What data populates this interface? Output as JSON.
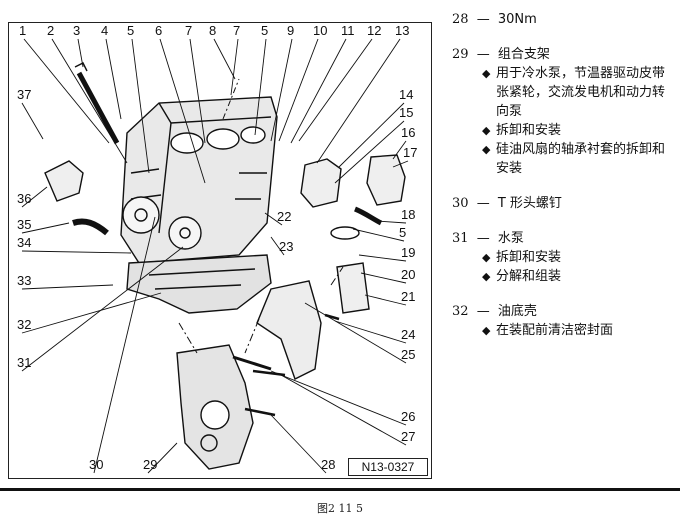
{
  "diagram": {
    "callouts": [
      {
        "id": "1",
        "text": "1"
      },
      {
        "id": "2",
        "text": "2"
      },
      {
        "id": "3",
        "text": "3"
      },
      {
        "id": "4",
        "text": "4"
      },
      {
        "id": "5a",
        "text": "5"
      },
      {
        "id": "6",
        "text": "6"
      },
      {
        "id": "7a",
        "text": "7"
      },
      {
        "id": "8",
        "text": "8"
      },
      {
        "id": "7b",
        "text": "7"
      },
      {
        "id": "5b",
        "text": "5"
      },
      {
        "id": "9",
        "text": "9"
      },
      {
        "id": "10",
        "text": "10"
      },
      {
        "id": "11",
        "text": "11"
      },
      {
        "id": "12",
        "text": "12"
      },
      {
        "id": "13",
        "text": "13"
      },
      {
        "id": "37",
        "text": "37"
      },
      {
        "id": "14",
        "text": "14"
      },
      {
        "id": "15",
        "text": "15"
      },
      {
        "id": "16",
        "text": "16"
      },
      {
        "id": "17",
        "text": "17"
      },
      {
        "id": "36",
        "text": "36"
      },
      {
        "id": "18",
        "text": "18"
      },
      {
        "id": "35",
        "text": "35"
      },
      {
        "id": "22",
        "text": "22"
      },
      {
        "id": "5c",
        "text": "5"
      },
      {
        "id": "34",
        "text": "34"
      },
      {
        "id": "23",
        "text": "23"
      },
      {
        "id": "19",
        "text": "19"
      },
      {
        "id": "20",
        "text": "20"
      },
      {
        "id": "33",
        "text": "33"
      },
      {
        "id": "21",
        "text": "21"
      },
      {
        "id": "32",
        "text": "32"
      },
      {
        "id": "24",
        "text": "24"
      },
      {
        "id": "31",
        "text": "31"
      },
      {
        "id": "25",
        "text": "25"
      },
      {
        "id": "26",
        "text": "26"
      },
      {
        "id": "27",
        "text": "27"
      },
      {
        "id": "30",
        "text": "30"
      },
      {
        "id": "29",
        "text": "29"
      },
      {
        "id": "28",
        "text": "28"
      }
    ],
    "figure_code": "N13-0327"
  },
  "legend": {
    "entries": [
      {
        "number": "28",
        "dash": "—",
        "title": "30Nm",
        "subitems": []
      },
      {
        "number": "29",
        "dash": "—",
        "title": "组合支架",
        "subitems": [
          "用于冷水泵，节温器驱动皮带张紧轮，交流发电机和动力转向泵",
          "拆卸和安装",
          "硅油风扇的轴承衬套的拆卸和安装"
        ]
      },
      {
        "number": "30",
        "dash": "—",
        "title": "T 形头螺钉",
        "subitems": []
      },
      {
        "number": "31",
        "dash": "—",
        "title": "水泵",
        "subitems": [
          "拆卸和安装",
          "分解和组装"
        ]
      },
      {
        "number": "32",
        "dash": "—",
        "title": "油底壳",
        "subitems": [
          "在装配前清洁密封面"
        ]
      }
    ],
    "bullet_symbol": "◆"
  },
  "caption": "图2 11 5"
}
